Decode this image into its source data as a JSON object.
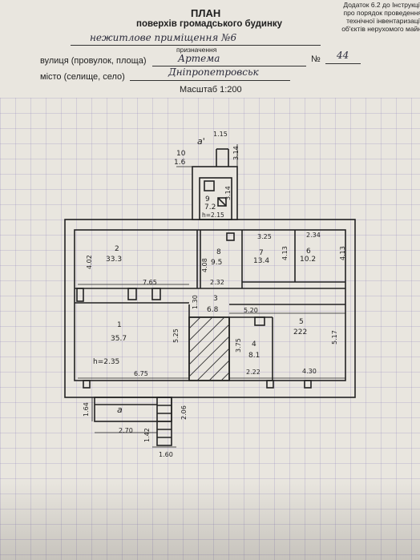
{
  "header": {
    "title": "ПЛАН",
    "subtitle": "поверхів громадського будинку",
    "appendix_lines": [
      "Додаток 6.2 до Інструкції",
      "про порядок проведення",
      "технічної інвентаризації",
      "об'єктів нерухомого майн"
    ]
  },
  "form": {
    "purpose_value": "нежитлове приміщення №6",
    "purpose_caption": "призначення",
    "street_label": "вулиця (провулок, площа)",
    "street_value": "Артема",
    "number_label": "№",
    "number_value": "44",
    "city_label": "місто (селище, село)",
    "city_value": "Дніпропетровськ",
    "scale": "Масштаб 1:200"
  },
  "plan": {
    "markers": {
      "top_a": "а'",
      "bottom_a": "а"
    },
    "rooms": [
      {
        "num": "1",
        "area": "35.7",
        "height": "h=2.35"
      },
      {
        "num": "2",
        "area": "33.3"
      },
      {
        "num": "3",
        "area": "6.8"
      },
      {
        "num": "4",
        "area": "8.1"
      },
      {
        "num": "5",
        "area": "222"
      },
      {
        "num": "6",
        "area": "10.2"
      },
      {
        "num": "7",
        "area": "13.4"
      },
      {
        "num": "8",
        "area": "9.5"
      },
      {
        "num": "9",
        "area": "7.2",
        "height": "h=2.15"
      },
      {
        "num": "10",
        "area": "1.6"
      }
    ],
    "dimensions": {
      "d_1_15": "1.15",
      "d_3_14a": "3.14",
      "d_3_14b": "3.14",
      "d_4_02": "4.02",
      "d_7_65": "7.65",
      "d_4_08": "4.08",
      "d_2_32": "2.32",
      "d_3_25": "3.25",
      "d_2_34": "2.34",
      "d_4_13a": "4.13",
      "d_4_13b": "4.13",
      "d_1_30": "1.30",
      "d_5_20": "5.20",
      "d_5_25": "5.25",
      "d_3_75": "3.75",
      "d_5_17": "5.17",
      "d_6_75": "6.75",
      "d_2_22": "2.22",
      "d_4_30": "4.30",
      "d_1_64": "1.64",
      "d_2_06": "2.06",
      "d_2_70": "2.70",
      "d_1_42": "1.42",
      "d_1_60": "1.60"
    }
  }
}
